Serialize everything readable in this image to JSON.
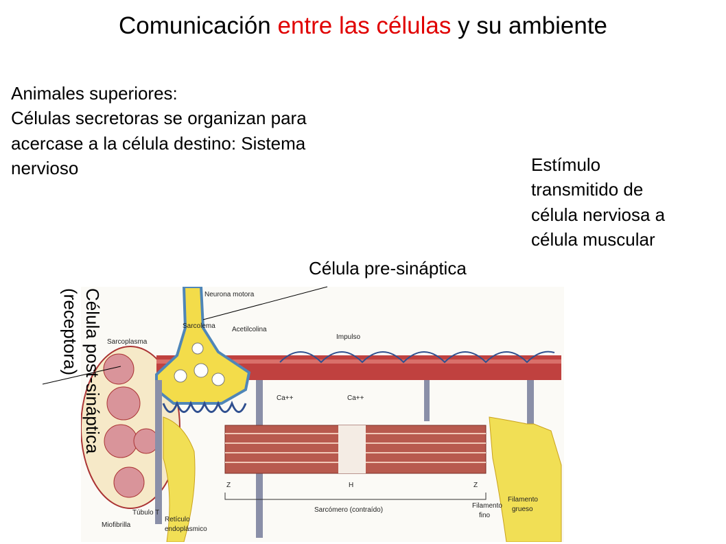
{
  "title": {
    "part1": "Comunicación ",
    "part2": "entre las células",
    "part3": " y su ambiente",
    "highlight_color": "#e00000"
  },
  "intro": {
    "lines": [
      "Animales superiores:",
      "Células secretoras se organizan para",
      "acercase a la célula destino: Sistema",
      "nervioso"
    ]
  },
  "stimulus": {
    "lines": [
      "Estímulo",
      "transmitido de",
      "célula nerviosa a",
      "célula muscular"
    ]
  },
  "labels": {
    "pre_synaptic": "Célula pre-sináptica",
    "post_synaptic_line1": "Célula post-sináptica",
    "post_synaptic_line2": "(receptora)"
  },
  "figure": {
    "neurona_motora": "Neurona motora",
    "sarcolema": "Sarcolema",
    "acetilcolina": "Acetilcolina",
    "sarcoplasma": "Sarcoplasma",
    "impulso": "Impulso",
    "ca1": "Ca++",
    "ca2": "Ca++",
    "z1": "Z",
    "h": "H",
    "z2": "Z",
    "tubulo": "Túbulo T",
    "miofibrilla": "Miofibrilla",
    "reticulo1": "Retículo",
    "reticulo2": "endoplásmico",
    "sarcomero": "Sarcómero (contraído)",
    "filamento_fino1": "Filamento",
    "filamento_fino2": "fino",
    "filamento_grueso1": "Filamento",
    "filamento_grueso2": "grueso"
  },
  "colors": {
    "membrane": "#b8323c",
    "neuron": "#f3dc4a",
    "neuron_outline": "#4f86b8",
    "yellow_network": "#f1df55",
    "myofibril": "#b85a4e"
  }
}
